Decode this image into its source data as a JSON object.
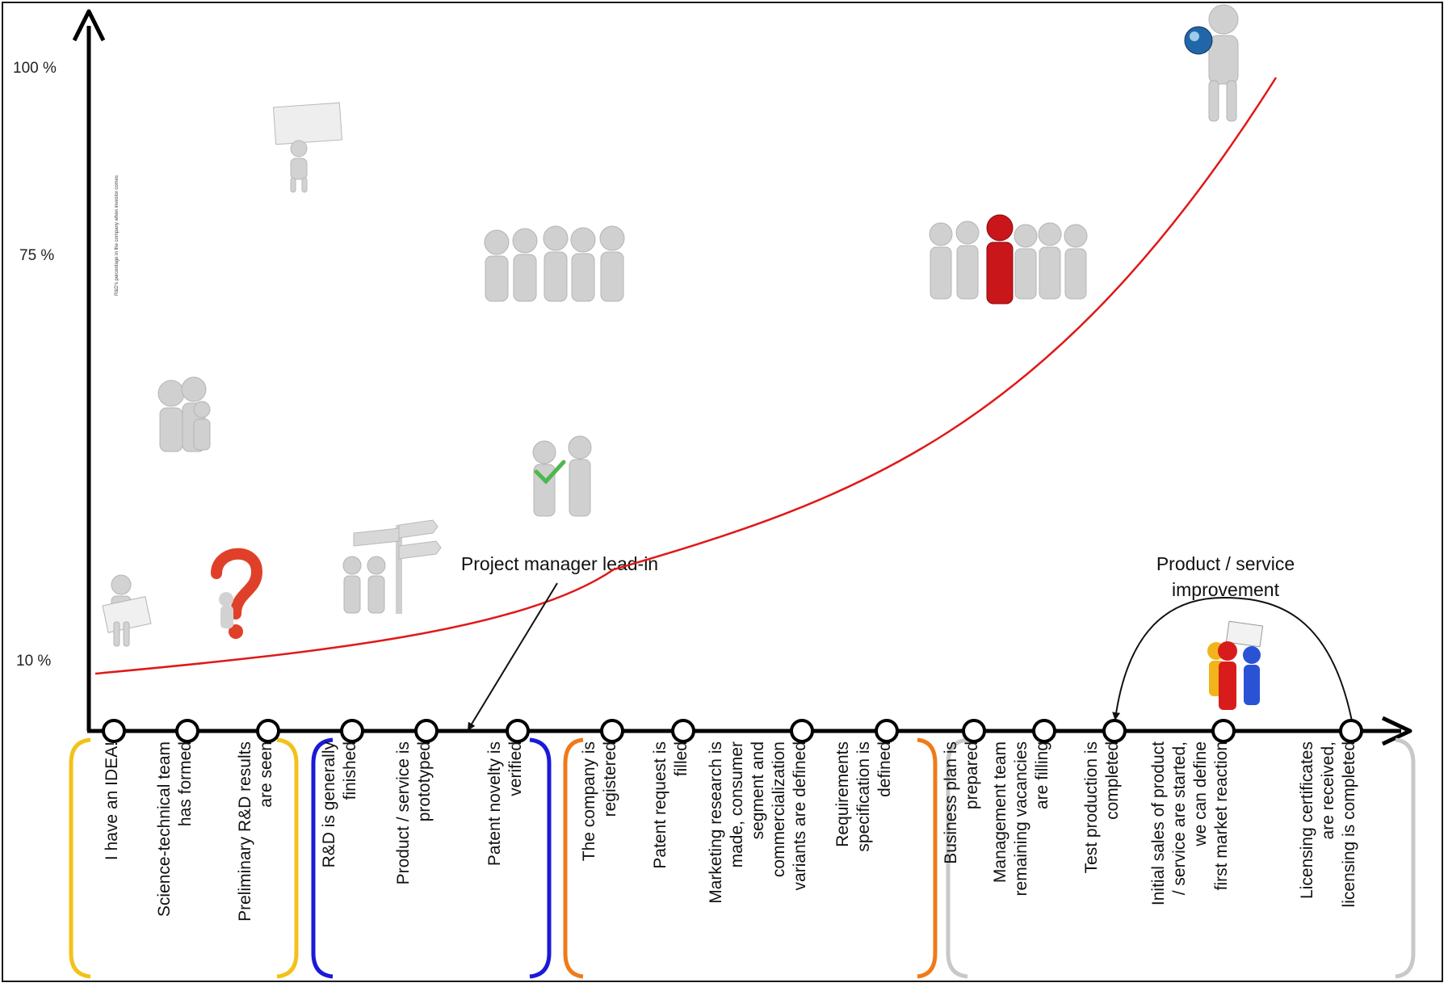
{
  "y_axis": {
    "tick_labels": [
      "100 %",
      "75 %",
      "10 %"
    ],
    "title": "R&D's percentage in the company when investor comes"
  },
  "annotations": {
    "lead_in": "Project manager lead-in",
    "improvement": [
      "Product / service",
      "improvement"
    ]
  },
  "milestones": [
    {
      "lines": [
        "I have an IDEA!"
      ]
    },
    {
      "lines": [
        "Science-technical team",
        "has formed"
      ]
    },
    {
      "lines": [
        "Preliminary R&D results",
        "are seen"
      ]
    },
    {
      "lines": [
        "R&D is generally",
        "finished"
      ]
    },
    {
      "lines": [
        "Product / service is",
        "prototyped"
      ]
    },
    {
      "lines": [
        "Patent novelty is",
        "verified"
      ]
    },
    {
      "lines": [
        "The company is",
        "registered"
      ]
    },
    {
      "lines": [
        "Patent  request  is",
        "filled"
      ]
    },
    {
      "lines": [
        "Marketing research is",
        "made,  consumer",
        "segment  and",
        "commercialization",
        "variants are defined"
      ]
    },
    {
      "lines": [
        "Requirements",
        "specification is",
        "defined"
      ]
    },
    {
      "lines": [
        "Business plan is",
        "prepared"
      ]
    },
    {
      "lines": [
        "Management team",
        "remaining vacancies",
        "are filling"
      ]
    },
    {
      "lines": [
        "Test production is",
        "completed"
      ]
    },
    {
      "lines": [
        "Initial sales of product",
        "/ service  are started,",
        "we can define",
        "first market reaction"
      ]
    },
    {
      "lines": [
        "Licensing certificates",
        "are received,",
        "licensing is completed"
      ]
    }
  ],
  "stage_colors": [
    "#f2c21a",
    "#1a1ad8",
    "#f07a18",
    "#c8c8c8"
  ],
  "curve_color": "#e01818",
  "icons": [
    "person-holding-sign",
    "question-mark",
    "person-holding-board",
    "family",
    "signpost-people",
    "team-group",
    "handshake-check",
    "team-red-leader",
    "person-holding-globe",
    "colored-people-sign"
  ]
}
